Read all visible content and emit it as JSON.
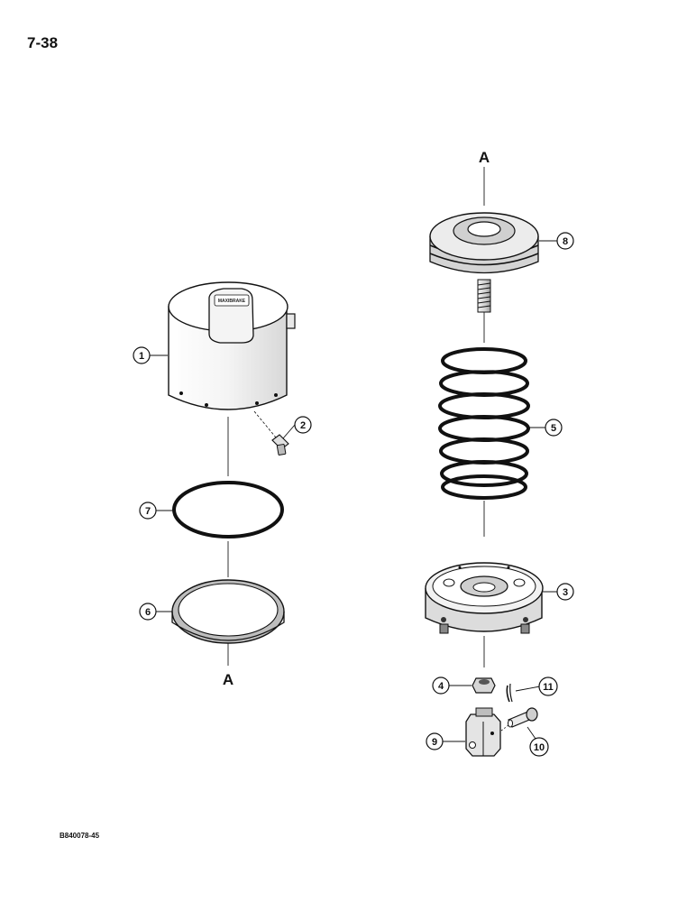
{
  "page": {
    "number": "7-38",
    "doc_code": "B840078-45"
  },
  "labels": {
    "top_a": "A",
    "bottom_a": "A"
  },
  "brand": "MAXIBRAKE",
  "callouts": [
    "1",
    "2",
    "3",
    "4",
    "5",
    "6",
    "7",
    "8",
    "9",
    "10",
    "11"
  ]
}
